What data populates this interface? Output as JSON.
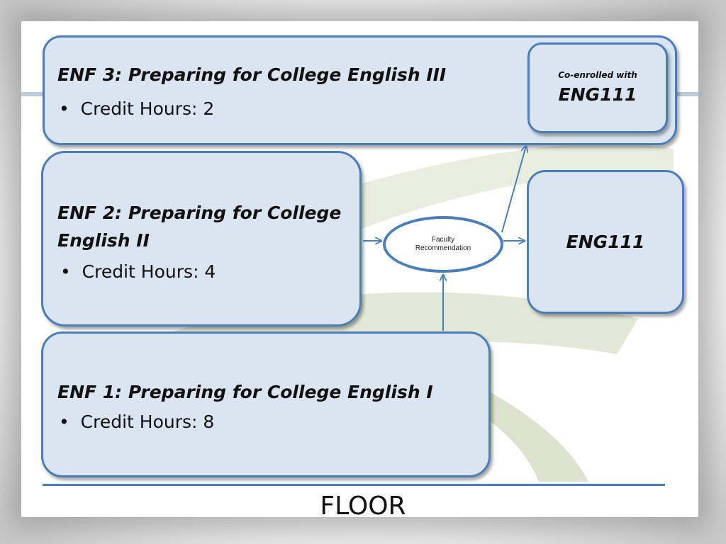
{
  "enf3": {
    "title": "ENF 3: Preparing for College English III",
    "bullet": "Credit Hours: 2"
  },
  "coenrolled": {
    "label": "Co-enrolled with",
    "course": "ENG111"
  },
  "enf2": {
    "title_line1": "ENF 2: Preparing for College",
    "title_line2": "English II",
    "bullet": "Credit Hours: 4"
  },
  "recommendation": {
    "line1": "Faculty",
    "line2": "Recommendation"
  },
  "eng111": {
    "course": "ENG111"
  },
  "enf1": {
    "title": "ENF 1: Preparing for College English I",
    "bullet": "Credit Hours: 8"
  },
  "floor": {
    "label": "FLOOR"
  },
  "colors": {
    "box_fill": "#dbe5f1",
    "box_border": "#4a7ebb",
    "swoosh": "#dde3cf"
  }
}
